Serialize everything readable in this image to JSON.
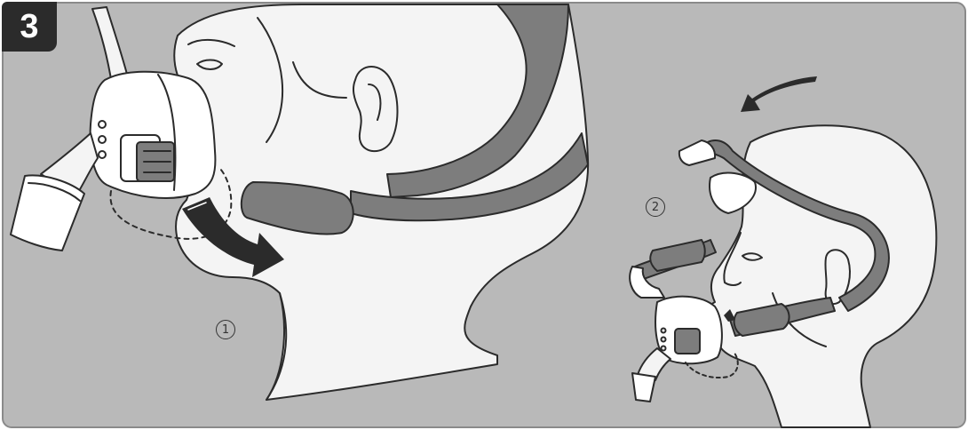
{
  "step": {
    "number": "3"
  },
  "callouts": [
    {
      "label": "1"
    },
    {
      "label": "2"
    }
  ],
  "colors": {
    "background": "#b9b9b9",
    "frame": "#8a8a8a",
    "skin": "#f4f4f4",
    "outline": "#2b2b2b",
    "strap": "#7d7d7d",
    "mask": "#ffffff",
    "badge": "#2b2b2b"
  }
}
